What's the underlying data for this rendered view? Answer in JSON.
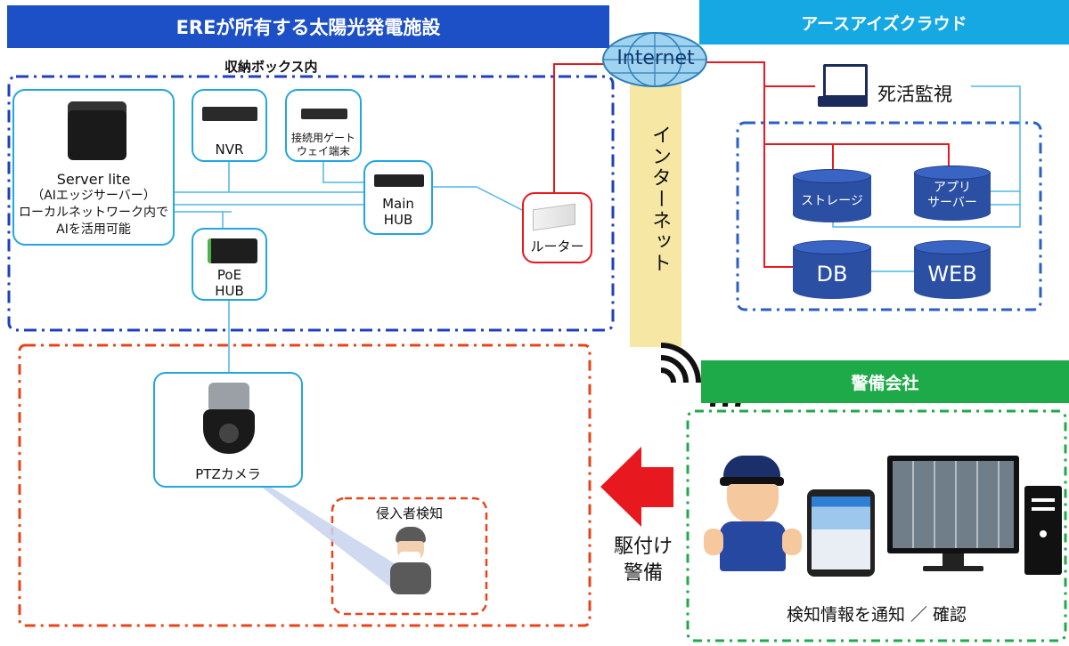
{
  "banners": {
    "ere": "EREが所有する太陽光発電施設",
    "earth_eyes": "アースアイズクラウド",
    "security_company": "警備会社"
  },
  "storage_box_label": "収納ボックス内",
  "devices": {
    "server_lite": [
      "Server lite",
      "（AIエッジサーバー）",
      "ローカルネットワーク内で",
      "AIを活用可能"
    ],
    "nvr": "NVR",
    "gateway": [
      "接続用ゲート",
      "ウェイ端末"
    ],
    "main_hub": [
      "Main",
      "HUB"
    ],
    "poe_hub": [
      "PoE",
      "HUB"
    ],
    "router": "ルーター",
    "ptz_camera": "PTZカメラ",
    "intrusion": "侵入者検知"
  },
  "internet": {
    "cloud_label": "Internet",
    "vertical_label": "インターネット"
  },
  "cloud": {
    "monitoring": "死活監視",
    "storage": "ストレージ",
    "app_server": [
      "アプリ",
      "サーバー"
    ],
    "db": "DB",
    "web": "WEB"
  },
  "dispatch": [
    "駆付け",
    "警備"
  ],
  "notify": "検知情報を通知 ／ 確認",
  "colors": {
    "blue_banner": "#1d4fc6",
    "cyan_banner": "#16a8e2",
    "green_banner": "#1faa4a",
    "red": "#e8191e",
    "orange_dash": "#e8441c",
    "internet_band": "#f5e49a",
    "node_border": "#22a6e0",
    "db_fill": "#2a4fa3"
  }
}
